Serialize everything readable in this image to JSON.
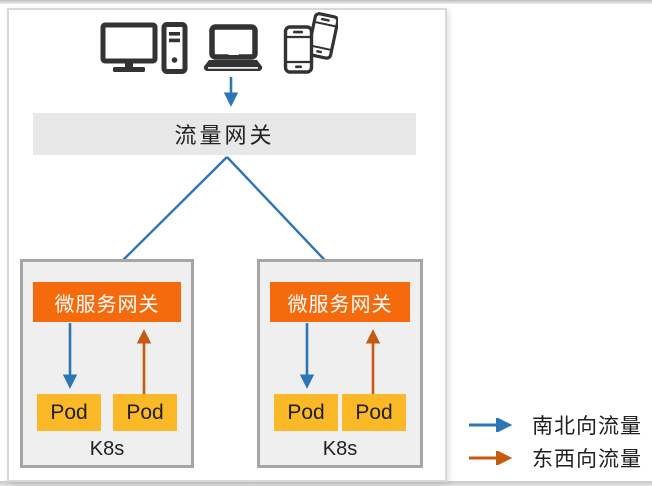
{
  "devices": {
    "desktop_icon": "desktop-computer",
    "laptop_icon": "laptop",
    "phones_icon": "smartphones"
  },
  "traffic_gateway": {
    "label": "流量网关"
  },
  "clusters": [
    {
      "gateway_label": "微服务网关",
      "pods": [
        "Pod",
        "Pod"
      ],
      "platform_label": "K8s"
    },
    {
      "gateway_label": "微服务网关",
      "pods": [
        "Pod",
        "Pod"
      ],
      "platform_label": "K8s"
    }
  ],
  "legend": [
    {
      "label": "南北向流量",
      "color": "#2E75B6",
      "direction": "north-south"
    },
    {
      "label": "东西向流量",
      "color": "#C55A11",
      "direction": "east-west"
    }
  ],
  "colors": {
    "north_south_arrow": "#2E75B6",
    "east_west_arrow": "#C55A11",
    "microservice_gateway_fill": "#F46A0C",
    "pod_fill": "#FBB827",
    "traffic_bar_fill": "#E8E8E8",
    "cluster_fill": "#EFEFEF",
    "cluster_border": "#A6A6A6",
    "device_icon_color": "#333333"
  }
}
